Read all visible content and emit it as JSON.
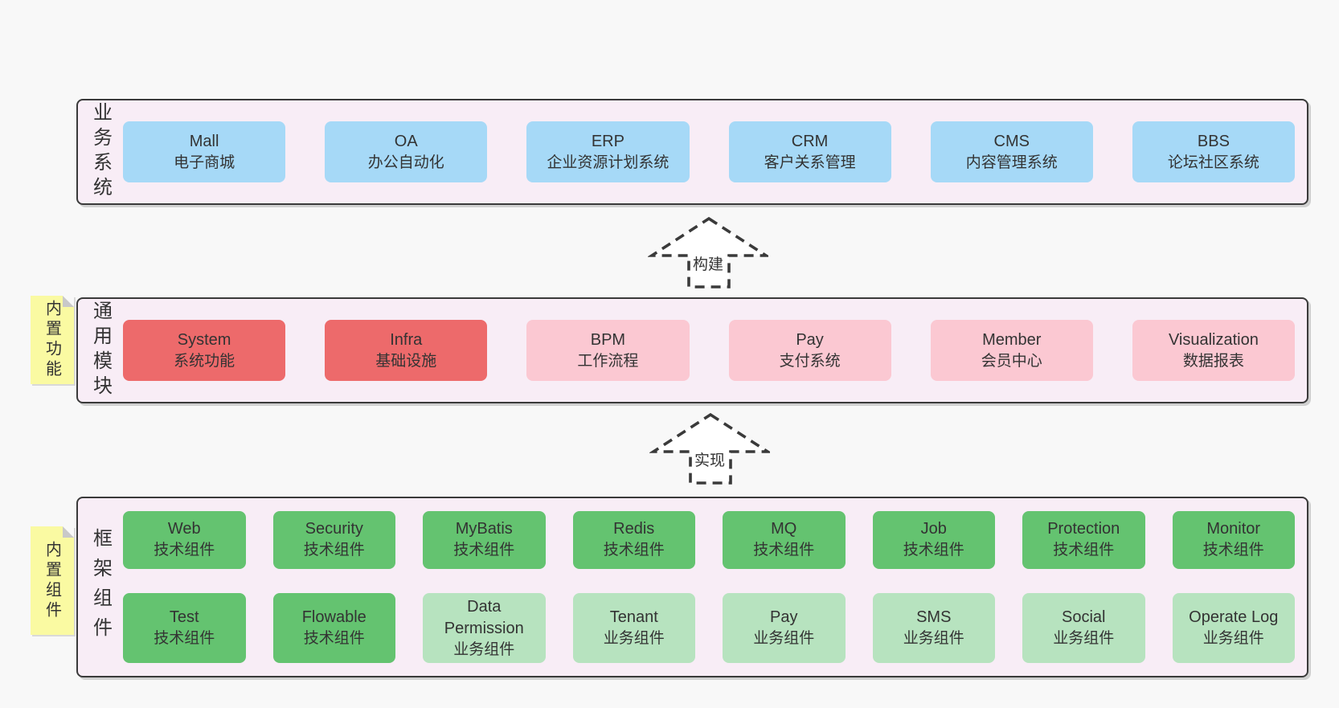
{
  "colors": {
    "page_bg": "#f8f8f8",
    "band_bg": "#f8edf6",
    "band_border": "#3a3a3a",
    "blue_box": "#a6d9f7",
    "red_box": "#ed6a6b",
    "pink_box": "#fbc8d2",
    "green_box": "#64c370",
    "light_green_box": "#b7e3bf",
    "sticky_yellow": "#fafaa2",
    "text": "#333333"
  },
  "arrows": [
    {
      "label": "构建"
    },
    {
      "label": "实现"
    }
  ],
  "stickies": [
    {
      "text": "内置功能"
    },
    {
      "text": "内置组件"
    }
  ],
  "bands": [
    {
      "label": "业务系统",
      "boxes": [
        {
          "title": "Mall",
          "subtitle": "电子商城",
          "variant": "blue"
        },
        {
          "title": "OA",
          "subtitle": "办公自动化",
          "variant": "blue"
        },
        {
          "title": "ERP",
          "subtitle": "企业资源计划系统",
          "variant": "blue"
        },
        {
          "title": "CRM",
          "subtitle": "客户关系管理",
          "variant": "blue"
        },
        {
          "title": "CMS",
          "subtitle": "内容管理系统",
          "variant": "blue"
        },
        {
          "title": "BBS",
          "subtitle": "论坛社区系统",
          "variant": "blue"
        }
      ]
    },
    {
      "label": "通用模块",
      "boxes": [
        {
          "title": "System",
          "subtitle": "系统功能",
          "variant": "red"
        },
        {
          "title": "Infra",
          "subtitle": "基础设施",
          "variant": "red"
        },
        {
          "title": "BPM",
          "subtitle": "工作流程",
          "variant": "pink"
        },
        {
          "title": "Pay",
          "subtitle": "支付系统",
          "variant": "pink"
        },
        {
          "title": "Member",
          "subtitle": "会员中心",
          "variant": "pink"
        },
        {
          "title": "Visualization",
          "subtitle": "数据报表",
          "variant": "pink"
        }
      ]
    },
    {
      "label": "框架组件",
      "boxes": [
        {
          "title": "Web",
          "subtitle": "技术组件",
          "variant": "green"
        },
        {
          "title": "Security",
          "subtitle": "技术组件",
          "variant": "green"
        },
        {
          "title": "MyBatis",
          "subtitle": "技术组件",
          "variant": "green"
        },
        {
          "title": "Redis",
          "subtitle": "技术组件",
          "variant": "green"
        },
        {
          "title": "MQ",
          "subtitle": "技术组件",
          "variant": "green"
        },
        {
          "title": "Job",
          "subtitle": "技术组件",
          "variant": "green"
        },
        {
          "title": "Protection",
          "subtitle": "技术组件",
          "variant": "green"
        },
        {
          "title": "Monitor",
          "subtitle": "技术组件",
          "variant": "green"
        },
        {
          "title": "Test",
          "subtitle": "技术组件",
          "variant": "green"
        },
        {
          "title": "Flowable",
          "subtitle": "技术组件",
          "variant": "green"
        },
        {
          "title": "Data Permission",
          "subtitle": "业务组件",
          "variant": "lgreen"
        },
        {
          "title": "Tenant",
          "subtitle": "业务组件",
          "variant": "lgreen"
        },
        {
          "title": "Pay",
          "subtitle": "业务组件",
          "variant": "lgreen"
        },
        {
          "title": "SMS",
          "subtitle": "业务组件",
          "variant": "lgreen"
        },
        {
          "title": "Social",
          "subtitle": "业务组件",
          "variant": "lgreen"
        },
        {
          "title": "Operate Log",
          "subtitle": "业务组件",
          "variant": "lgreen"
        }
      ]
    }
  ]
}
